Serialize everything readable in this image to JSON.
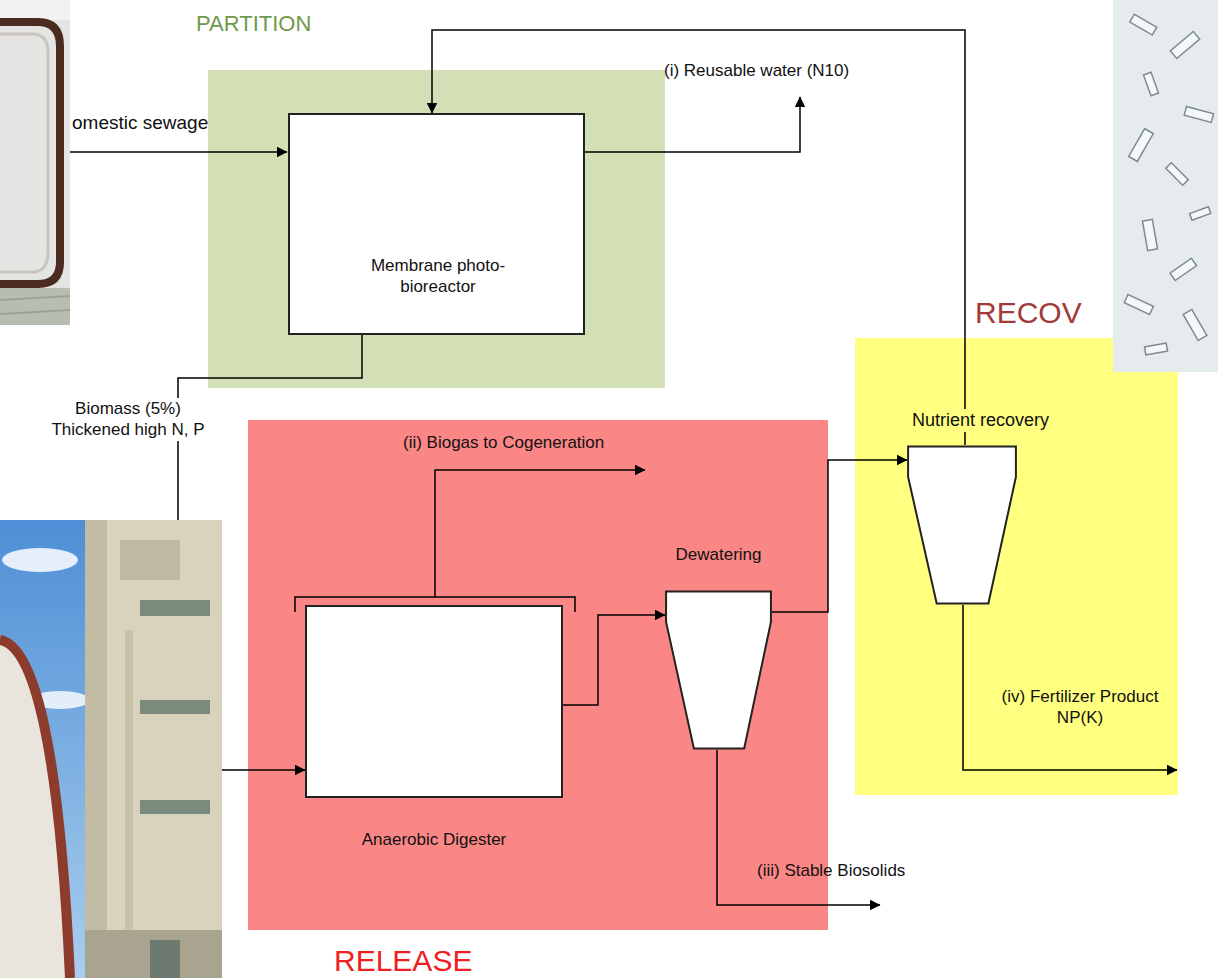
{
  "diagram": {
    "nodes": [
      {
        "text": [
          "PARTITION"
        ]
      },
      {
        "text": [
          "Membrane photo-bioreactor"
        ],
        "in": 0
      },
      {
        "text": [
          "RELEASE"
        ]
      },
      {
        "text": [
          "Anaerobic Digester"
        ],
        "in": 2
      },
      {
        "text": [
          "Dewatering"
        ],
        "in": 2
      },
      {
        "text": [
          "RECOV"
        ]
      },
      {
        "text": [
          "Nutrient recovery"
        ],
        "in": 5
      }
    ],
    "edges": [
      {
        "from": 1,
        "to": 3,
        "arrow": "to",
        "label": "Biomass (5%) Thickened high N, P"
      },
      {
        "from": 3,
        "to": 4,
        "arrow": "to"
      },
      {
        "from": 4,
        "to": 6,
        "arrow": "to"
      },
      {
        "from": 6,
        "to": 1,
        "arrow": "to"
      }
    ],
    "labels": [
      "omestic sewage",
      "(i) Reusable water (N10)",
      "(ii) Biogas to Cogeneration",
      "(iii) Stable Biosolids",
      "(iv) Fertilizer Product NP(K)"
    ]
  }
}
